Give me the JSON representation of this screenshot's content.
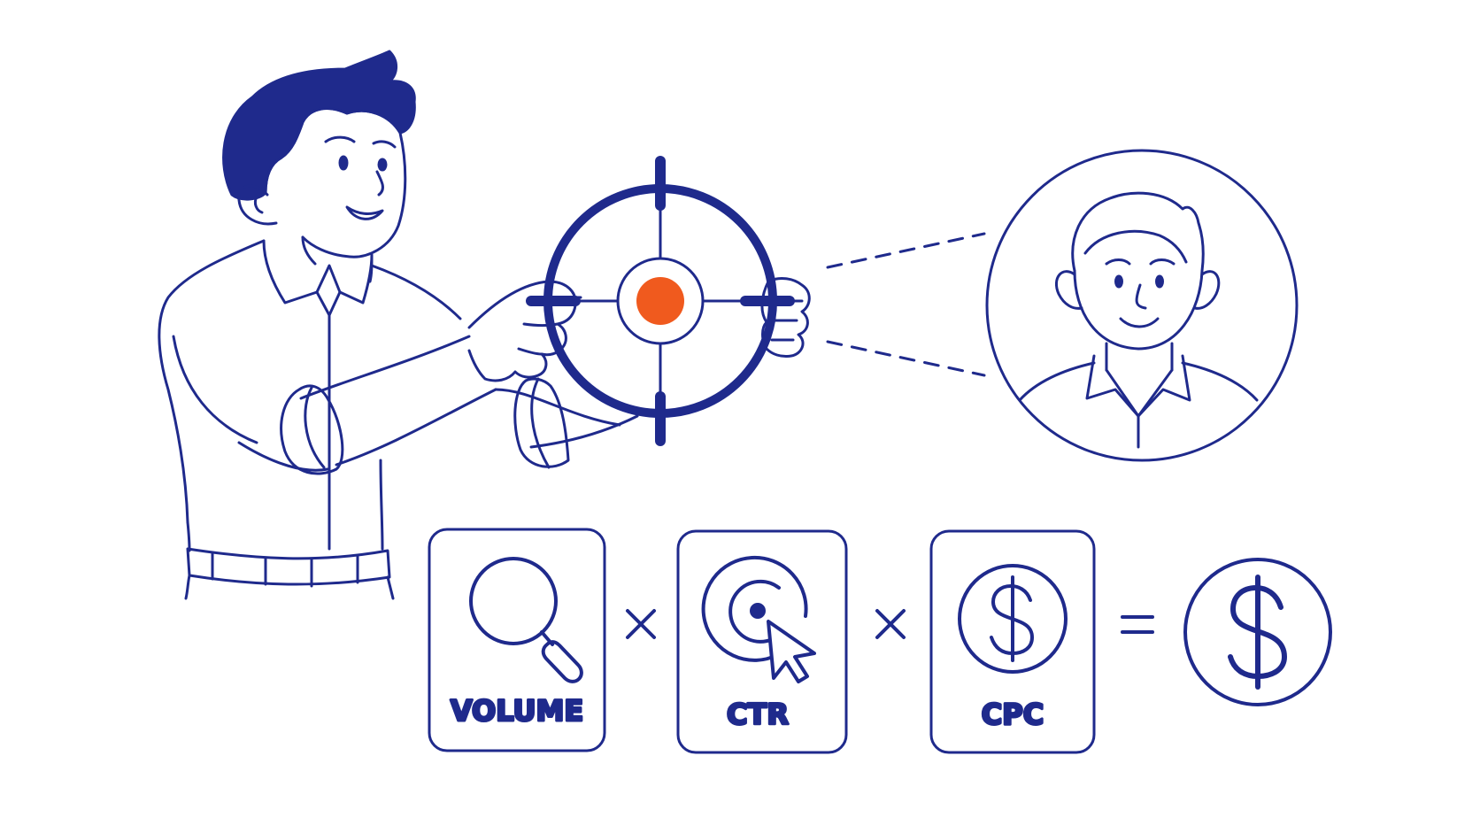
{
  "colors": {
    "ink": "#1f2a8c",
    "target_center": "#f05a1e",
    "background": "#ffffff"
  },
  "formula": {
    "terms": [
      {
        "label": "VOLUME",
        "icon": "magnifier-icon"
      },
      {
        "label": "CTR",
        "icon": "click-target-icon"
      },
      {
        "label": "CPC",
        "icon": "dollar-coin-icon"
      }
    ],
    "result_icon": "dollar-result-icon"
  }
}
